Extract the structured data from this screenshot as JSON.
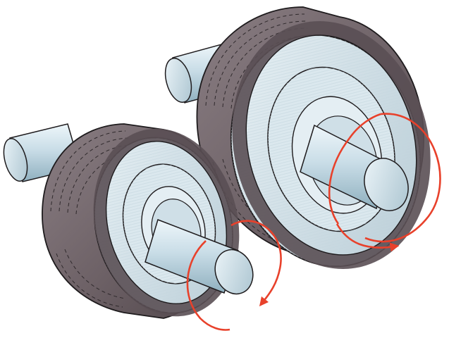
{
  "diagram": {
    "subject": "two-roller-mill",
    "rollers": [
      {
        "id": "roller-small",
        "rotation": "clockwise"
      },
      {
        "id": "roller-large",
        "rotation": "counter-clockwise"
      }
    ],
    "colors": {
      "background": "#ffffff",
      "tread": "#7a6d72",
      "tread_dark": "#4f4549",
      "tread_light": "#a1969b",
      "face": "#d9e7ee",
      "face_shade": "#b7cbd5",
      "shaft": "#c9dde7",
      "shaft_dark": "#8fb0bf",
      "outline": "#1e1b1d",
      "arrow": "#e8412b"
    },
    "icons": [
      "rotation-arrow-icon"
    ]
  }
}
